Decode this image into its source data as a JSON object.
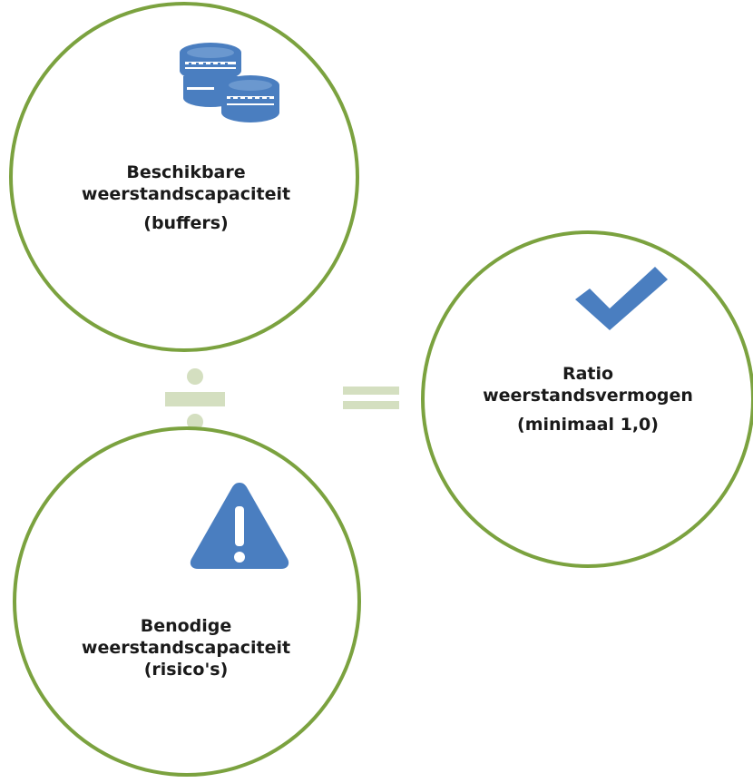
{
  "colors": {
    "circle_stroke": "#7ba23f",
    "icon_blue": "#4a7ec0",
    "operator_green": "#d4dfc0",
    "text": "#1a1a1a"
  },
  "nodes": [
    {
      "icon": "coins-icon",
      "lines": [
        "Beschikbare",
        "weerstandscapaciteit",
        "(buffers)"
      ]
    },
    {
      "icon": "warning-icon",
      "lines": [
        "Benodige",
        "weerstandscapaciteit",
        "(risico's)"
      ]
    },
    {
      "icon": "checkmark-icon",
      "lines": [
        "Ratio",
        "weerstandsvermogen",
        "(minimaal 1,0)"
      ]
    }
  ],
  "operators": [
    "divide-icon",
    "equals-icon"
  ]
}
